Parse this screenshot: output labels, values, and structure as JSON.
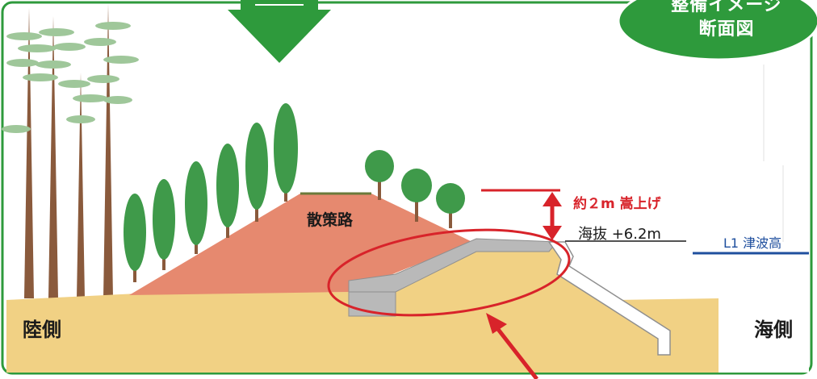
{
  "badge": {
    "line1": "整備イメージ",
    "line2": "断面図"
  },
  "labels": {
    "land_side": "陸側",
    "sea_side": "海側",
    "promenade": "散策路",
    "raise": "約２m 嵩上げ",
    "elevation": "海抜 +6.2m",
    "tsunami_level": "L1 津波高"
  },
  "colors": {
    "frame_green": "#2e9a3c",
    "mound": "#e6896f",
    "ground": "#f1d184",
    "tree_green": "#3f9a4a",
    "trunk": "#8a5a3c",
    "accent_red": "#d8232a",
    "tsunami_line": "#1f4f9e",
    "concrete": "#b9b9b9"
  }
}
